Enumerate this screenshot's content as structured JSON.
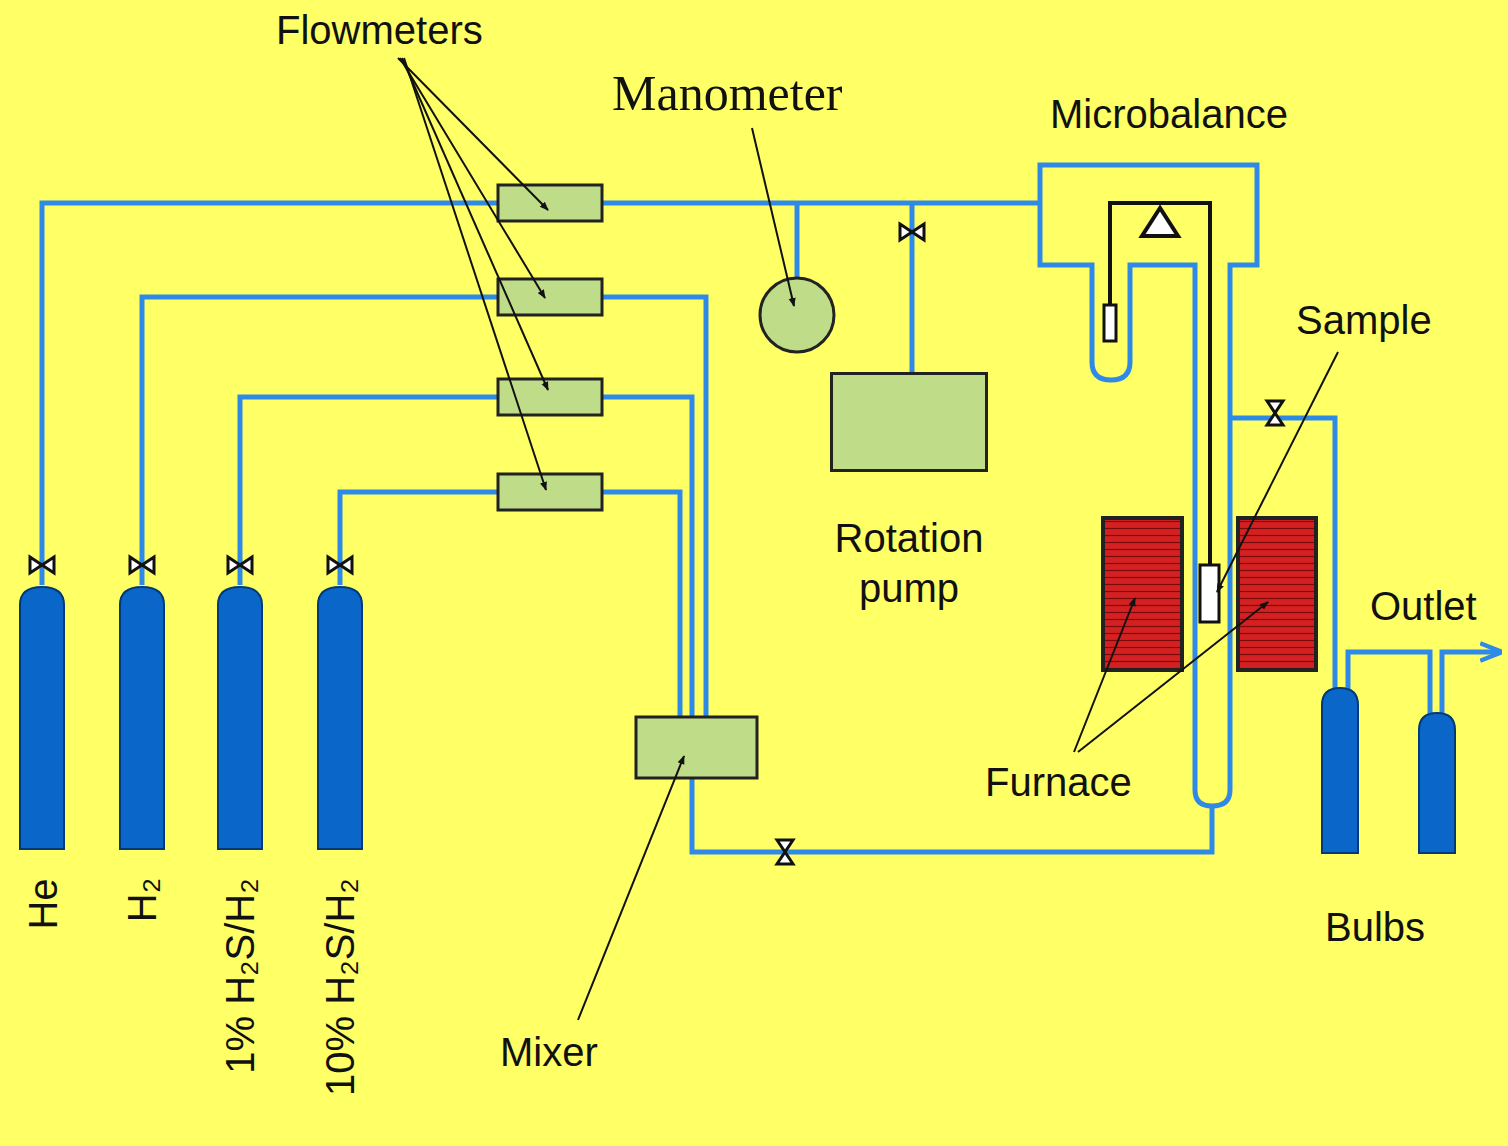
{
  "diagram": {
    "nodes": [
      {
        "text": [
          "He"
        ]
      },
      {
        "text": [
          "H₂"
        ]
      },
      {
        "text": [
          "1% H₂S/H₂"
        ]
      },
      {
        "text": [
          "10% H₂S/H₂"
        ]
      },
      {
        "text": [
          "Rotation pump"
        ]
      }
    ],
    "labels": [
      "Flowmeters",
      "Manometer",
      "Microbalance",
      "Sample",
      "Mixer",
      "Furnace",
      "Outlet",
      "Bulbs"
    ]
  }
}
